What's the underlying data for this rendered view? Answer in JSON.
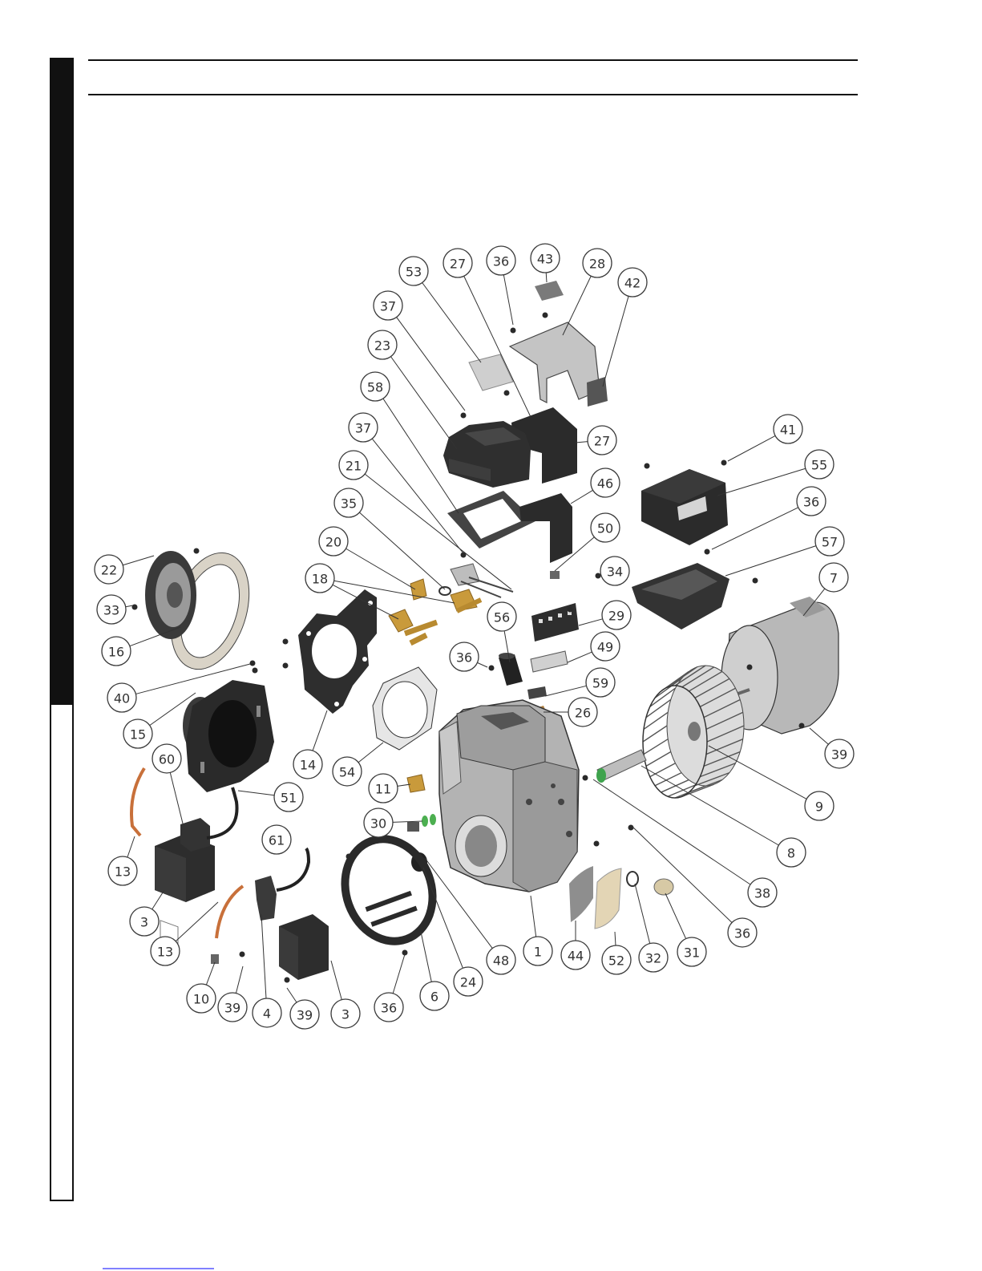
{
  "callouts": [
    "53",
    "27",
    "36",
    "43",
    "28",
    "42",
    "37",
    "23",
    "58",
    "37",
    "27",
    "41",
    "21",
    "55",
    "46",
    "35",
    "36",
    "50",
    "20",
    "57",
    "22",
    "18",
    "34",
    "7",
    "33",
    "29",
    "16",
    "56",
    "36",
    "49",
    "59",
    "40",
    "26",
    "15",
    "14",
    "54",
    "39",
    "11",
    "60",
    "51",
    "9",
    "30",
    "61",
    "8",
    "13",
    "38",
    "3",
    "36",
    "48",
    "1",
    "44",
    "52",
    "32",
    "31",
    "13",
    "24",
    "10",
    "39",
    "4",
    "39",
    "3",
    "36",
    "6"
  ],
  "colors": {
    "sidebar": "#111111",
    "callout_stroke": "#3a3a3a",
    "link": "#0000ff",
    "brass": "#c99a3b",
    "copper": "#c8703a",
    "green": "#4caf50"
  }
}
